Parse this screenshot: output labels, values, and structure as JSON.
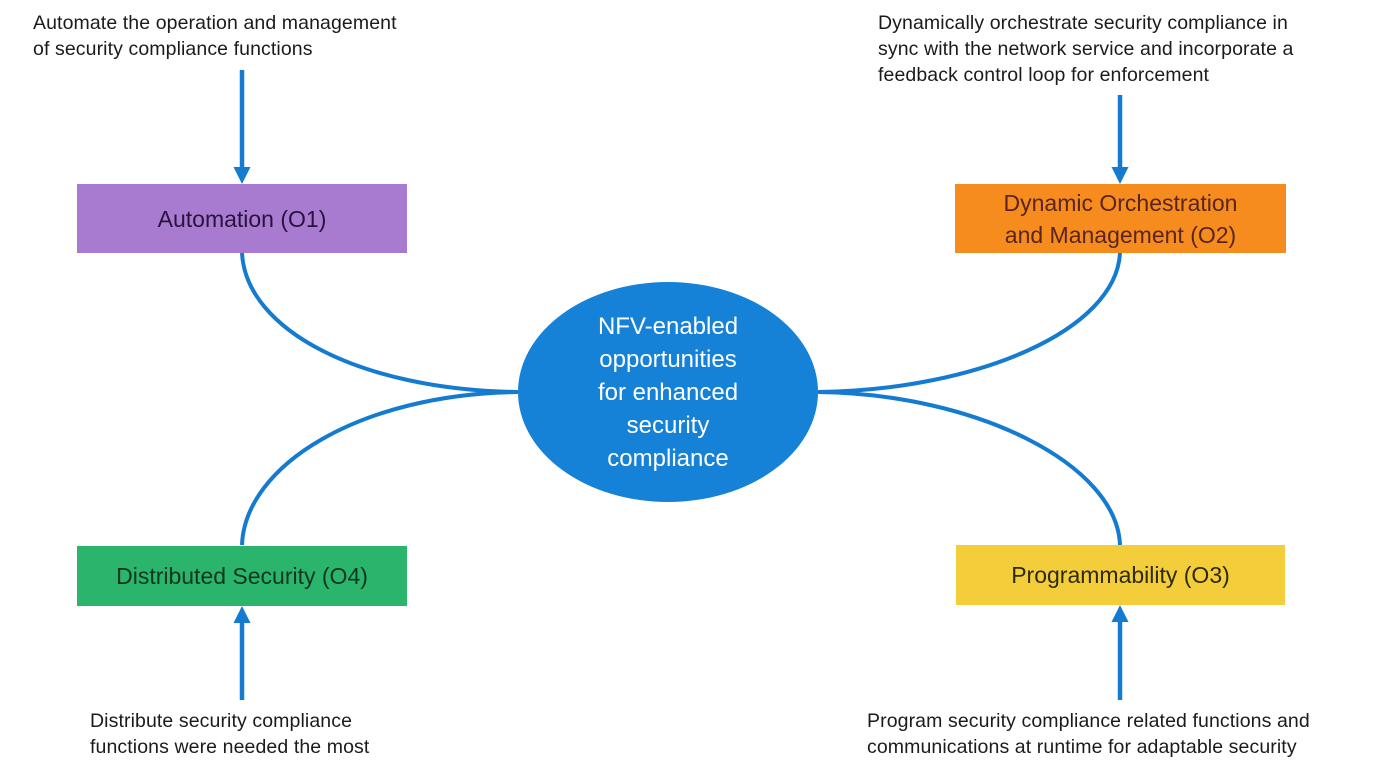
{
  "diagram": {
    "connector_color": "#147BD1",
    "annotation_text_color": "#1B1B1B",
    "center": {
      "fill": "#1581D7",
      "text_color": "#FFFFFF",
      "lines": [
        "NFV-enabled",
        "opportunities",
        "for enhanced",
        "security",
        "compliance"
      ]
    },
    "nodes": {
      "automation": {
        "fill": "#A87BD0",
        "text_color": "#27143D",
        "label_lines": [
          "Automation (O1)"
        ],
        "annotation_lines": [
          "Automate the operation and management",
          "of security compliance functions"
        ]
      },
      "orchestration": {
        "fill": "#F68C1E",
        "text_color": "#5A2420",
        "label_lines": [
          "Dynamic Orchestration",
          "and Management (O2)"
        ],
        "annotation_lines": [
          "Dynamically orchestrate security compliance in",
          "sync with the network service and incorporate a",
          "feedback control loop for enforcement"
        ]
      },
      "distributed": {
        "fill": "#2BB56C",
        "text_color": "#11361F",
        "label_lines": [
          "Distributed Security (O4)"
        ],
        "annotation_lines": [
          "Distribute security compliance",
          "functions were needed the most"
        ]
      },
      "programmability": {
        "fill": "#F3CE3A",
        "text_color": "#2E2A10",
        "label_lines": [
          "Programmability (O3)"
        ],
        "annotation_lines": [
          "Program security compliance related functions and",
          "communications at runtime for adaptable security"
        ]
      }
    }
  }
}
